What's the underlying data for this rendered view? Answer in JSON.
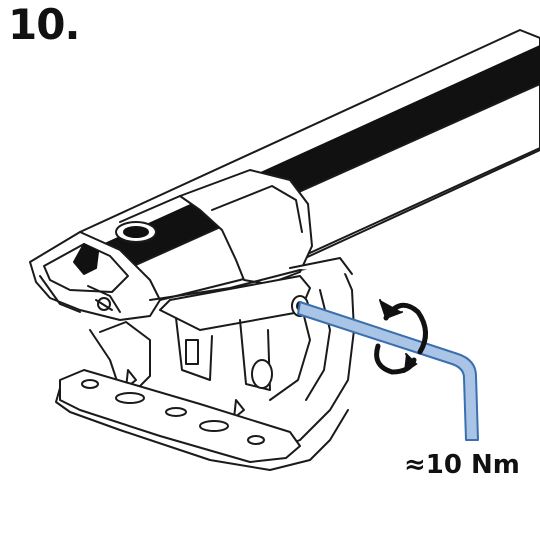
{
  "step": {
    "number": "10."
  },
  "annotation": {
    "torque": "≈10 Nm"
  },
  "illustration": {
    "subject": "roof-rack-crossbar-foot-tightening",
    "tool": "hex-key",
    "tool_color": "#a9c4e4",
    "tool_outline": "#3a6fb0",
    "rotation_indicator": "clockwise-arrow-icon",
    "bar_color": "#111111",
    "line_color": "#1a1a1a"
  }
}
